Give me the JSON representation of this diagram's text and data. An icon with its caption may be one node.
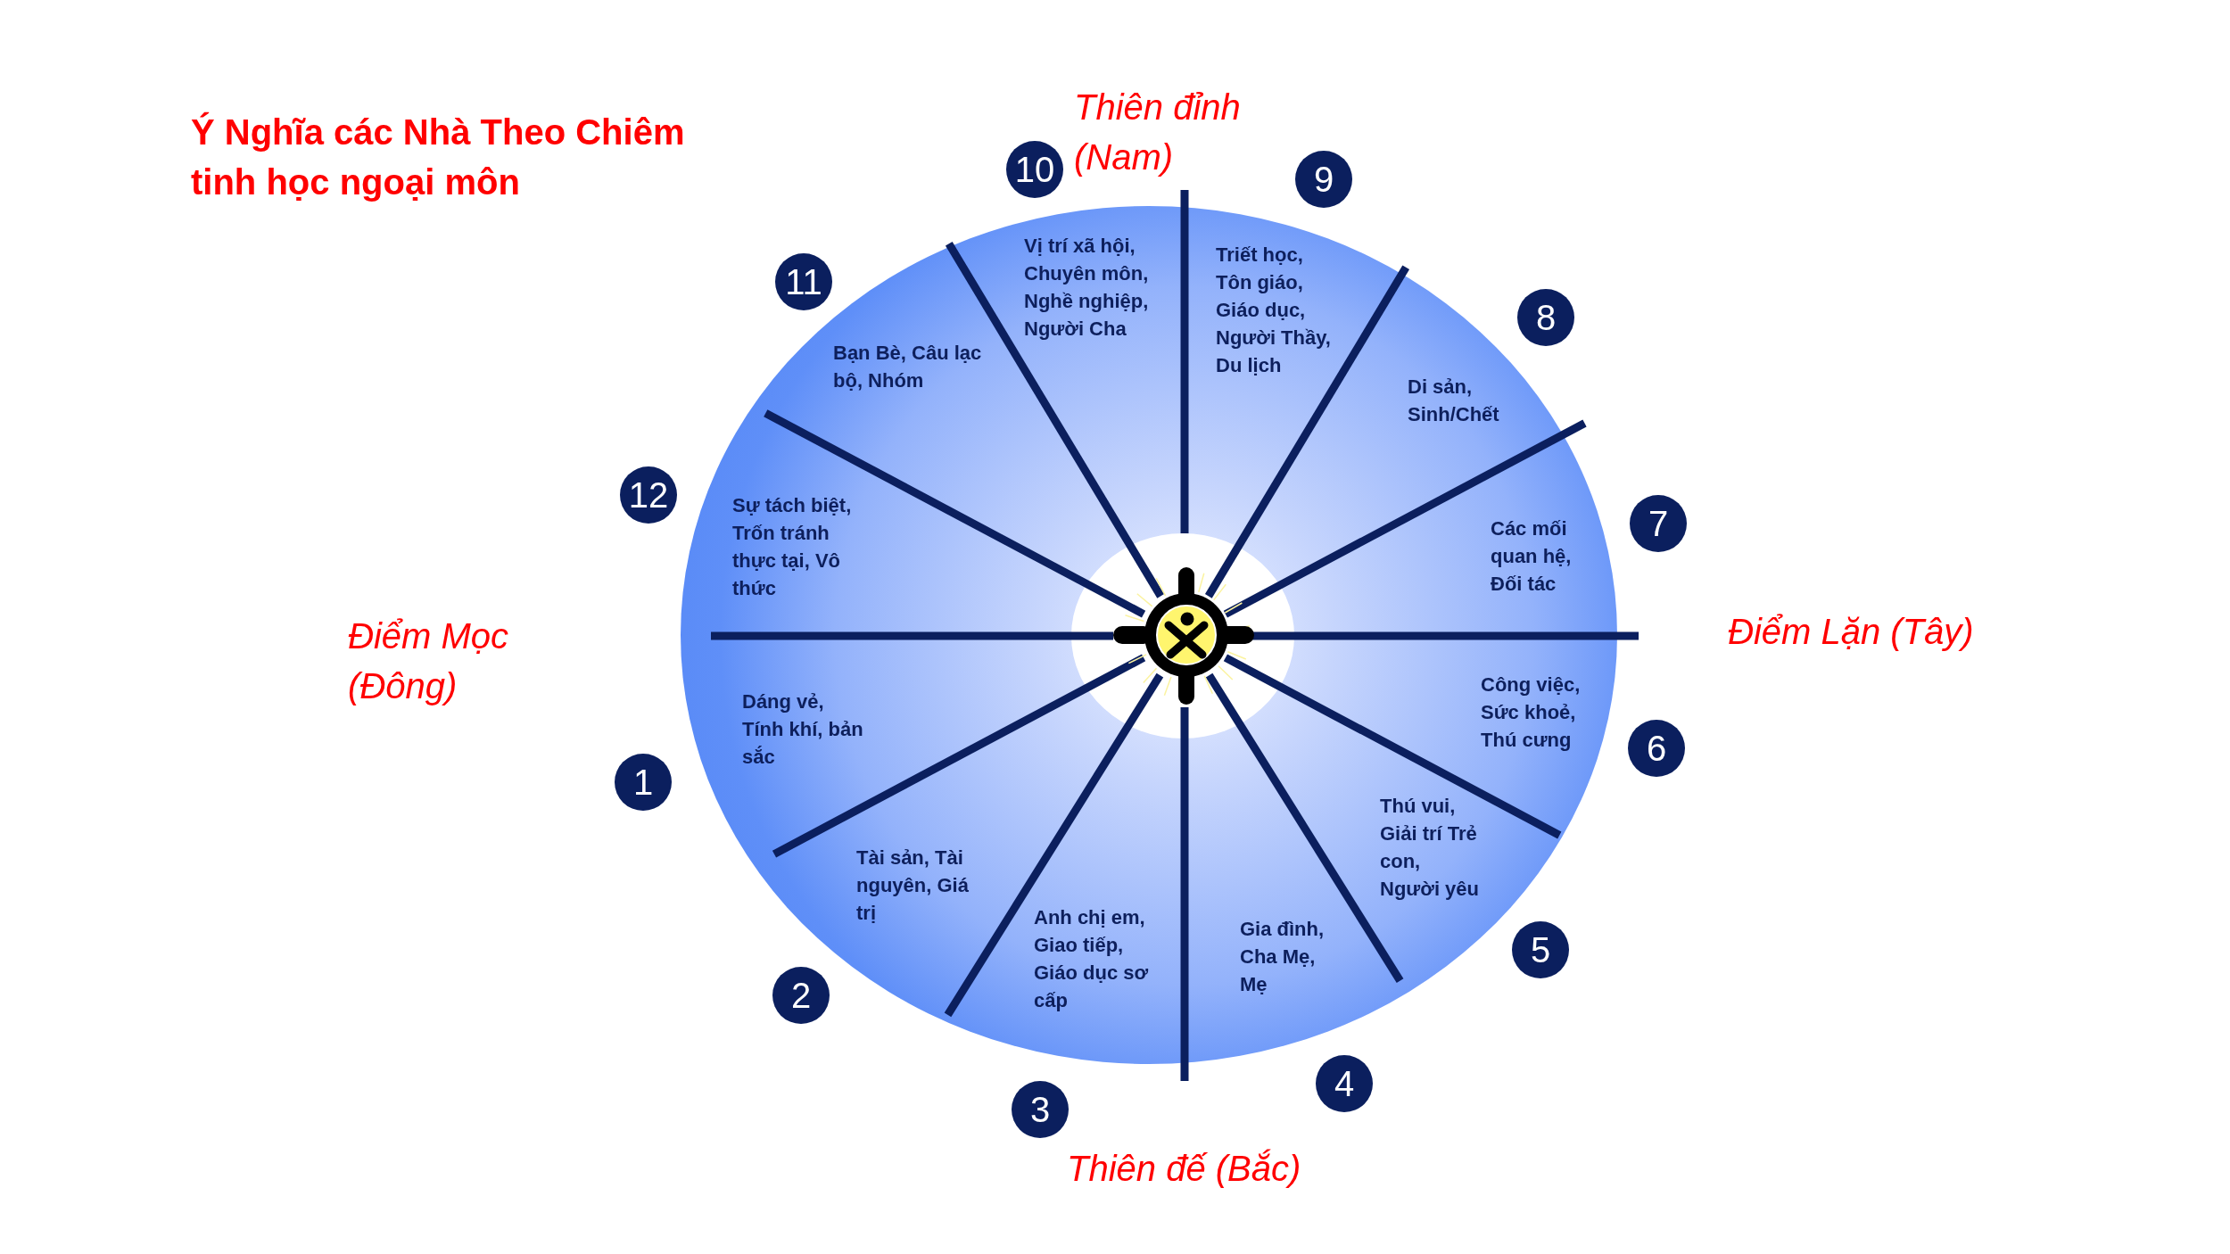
{
  "diagram": {
    "title": "Ý Nghĩa các Nhà Theo Chiêm tinh học ngoại môn",
    "nodes": [
      {
        "text": [
          "Dáng vẻ, Tính khí, bản sắc"
        ]
      },
      {
        "text": [
          "Tài sản, Tài nguyên, Giá trị"
        ]
      },
      {
        "text": [
          "Anh chị em, Giao tiếp, Giáo dục sơ cấp"
        ]
      },
      {
        "text": [
          "Gia đình, Cha Mẹ, Mẹ"
        ]
      },
      {
        "text": [
          "Thú vui, Giải trí Trẻ con, Người yêu"
        ]
      },
      {
        "text": [
          "Công việc, Sức khoẻ, Thú cưng"
        ]
      },
      {
        "text": [
          "Các mối quan hệ, Đối tác"
        ]
      },
      {
        "text": [
          "Di sản, Sinh/Chết"
        ]
      },
      {
        "text": [
          "Triết học, Tôn giáo, Giáo dục, Người Thầy, Du lịch"
        ]
      },
      {
        "text": [
          "Vị trí xã hội, Chuyên môn, Nghề nghiệp, Người Cha"
        ]
      },
      {
        "text": [
          "Bạn Bè, Câu lạc bộ, Nhóm"
        ]
      },
      {
        "text": [
          "Sự tách biệt, Trốn tránh thực tại, Vô thức"
        ]
      },
      {
        "text": [
          "1"
        ]
      },
      {
        "text": [
          "2"
        ]
      },
      {
        "text": [
          "3"
        ]
      },
      {
        "text": [
          "4"
        ]
      },
      {
        "text": [
          "5"
        ]
      },
      {
        "text": [
          "6"
        ]
      },
      {
        "text": [
          "7"
        ]
      },
      {
        "text": [
          "8"
        ]
      },
      {
        "text": [
          "9"
        ]
      },
      {
        "text": [
          "10"
        ]
      },
      {
        "text": [
          "11"
        ]
      },
      {
        "text": [
          "12"
        ]
      }
    ],
    "labels": [
      "Thiên đỉnh (Nam)",
      "Điểm Mọc (Đông)",
      "Điểm Lặn (Tây)",
      "Thiên đế (Bắc)"
    ]
  }
}
